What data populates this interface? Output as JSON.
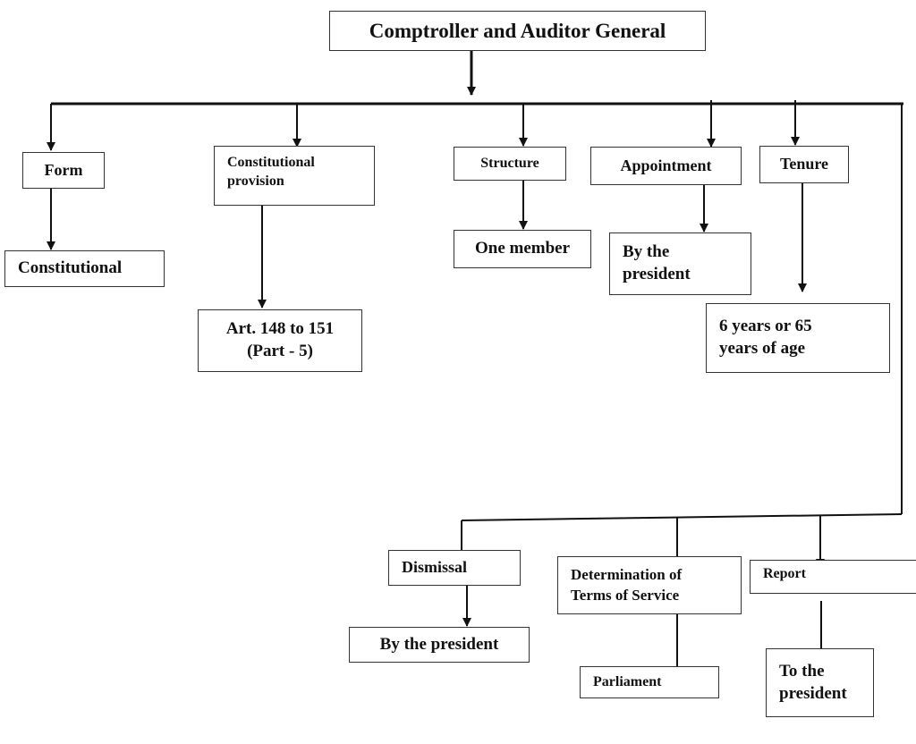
{
  "title": "Comptroller and Auditor General",
  "branches": {
    "form": {
      "label": "Form",
      "value": "Constitutional"
    },
    "constitutional_provision": {
      "label": "Constitutional provision",
      "value": "Art. 148 to 151 (Part - 5)"
    },
    "structure": {
      "label": "Structure",
      "value": "One member"
    },
    "appointment": {
      "label": "Appointment",
      "value": "By the president"
    },
    "tenure": {
      "label": "Tenure",
      "value": "6 years or 65 years of age"
    },
    "dismissal": {
      "label": "Dismissal",
      "value": "By the president"
    },
    "terms_of_service": {
      "label": "Determination of Terms of Service",
      "value": "Parliament"
    },
    "report": {
      "label": "Report",
      "value": "To the president"
    }
  }
}
